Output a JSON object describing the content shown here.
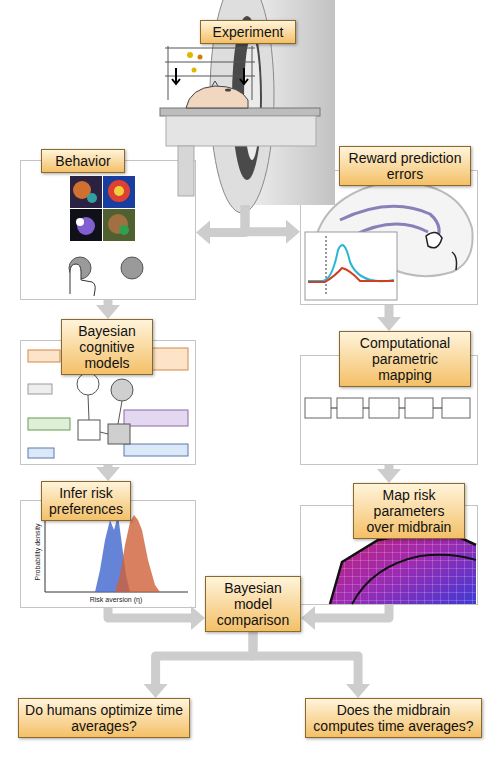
{
  "diagram": {
    "nodes": [
      {
        "text": [
          "Experiment"
        ]
      },
      {
        "text": [
          "Behavior"
        ]
      },
      {
        "text": [
          "Reward prediction errors"
        ]
      },
      {
        "text": [
          "Bayesian cognitive models"
        ]
      },
      {
        "text": [
          "Computational parametric mapping"
        ]
      },
      {
        "text": [
          "Infer risk preferences"
        ]
      },
      {
        "text": [
          "Map risk parameters over midbrain"
        ]
      },
      {
        "text": [
          "Bayesian model comparison"
        ]
      },
      {
        "text": [
          "Do humans optimize time averages?"
        ]
      },
      {
        "text": [
          "Does the midbrain computes time averages?"
        ]
      }
    ],
    "edges": [
      {
        "from": 0,
        "to": 1,
        "arrow": "to"
      },
      {
        "from": 0,
        "to": 2,
        "arrow": "to"
      },
      {
        "from": 1,
        "to": 3,
        "arrow": "to"
      },
      {
        "from": 3,
        "to": 5,
        "arrow": "to"
      },
      {
        "from": 2,
        "to": 4,
        "arrow": "to"
      },
      {
        "from": 4,
        "to": 6,
        "arrow": "to"
      },
      {
        "from": 5,
        "to": 7,
        "arrow": "to"
      },
      {
        "from": 6,
        "to": 7,
        "arrow": "to"
      },
      {
        "from": 7,
        "to": 8,
        "arrow": "to"
      },
      {
        "from": 7,
        "to": 9,
        "arrow": "to"
      }
    ],
    "labels": [
      "Probability density",
      "Risk aversion (η)"
    ]
  }
}
